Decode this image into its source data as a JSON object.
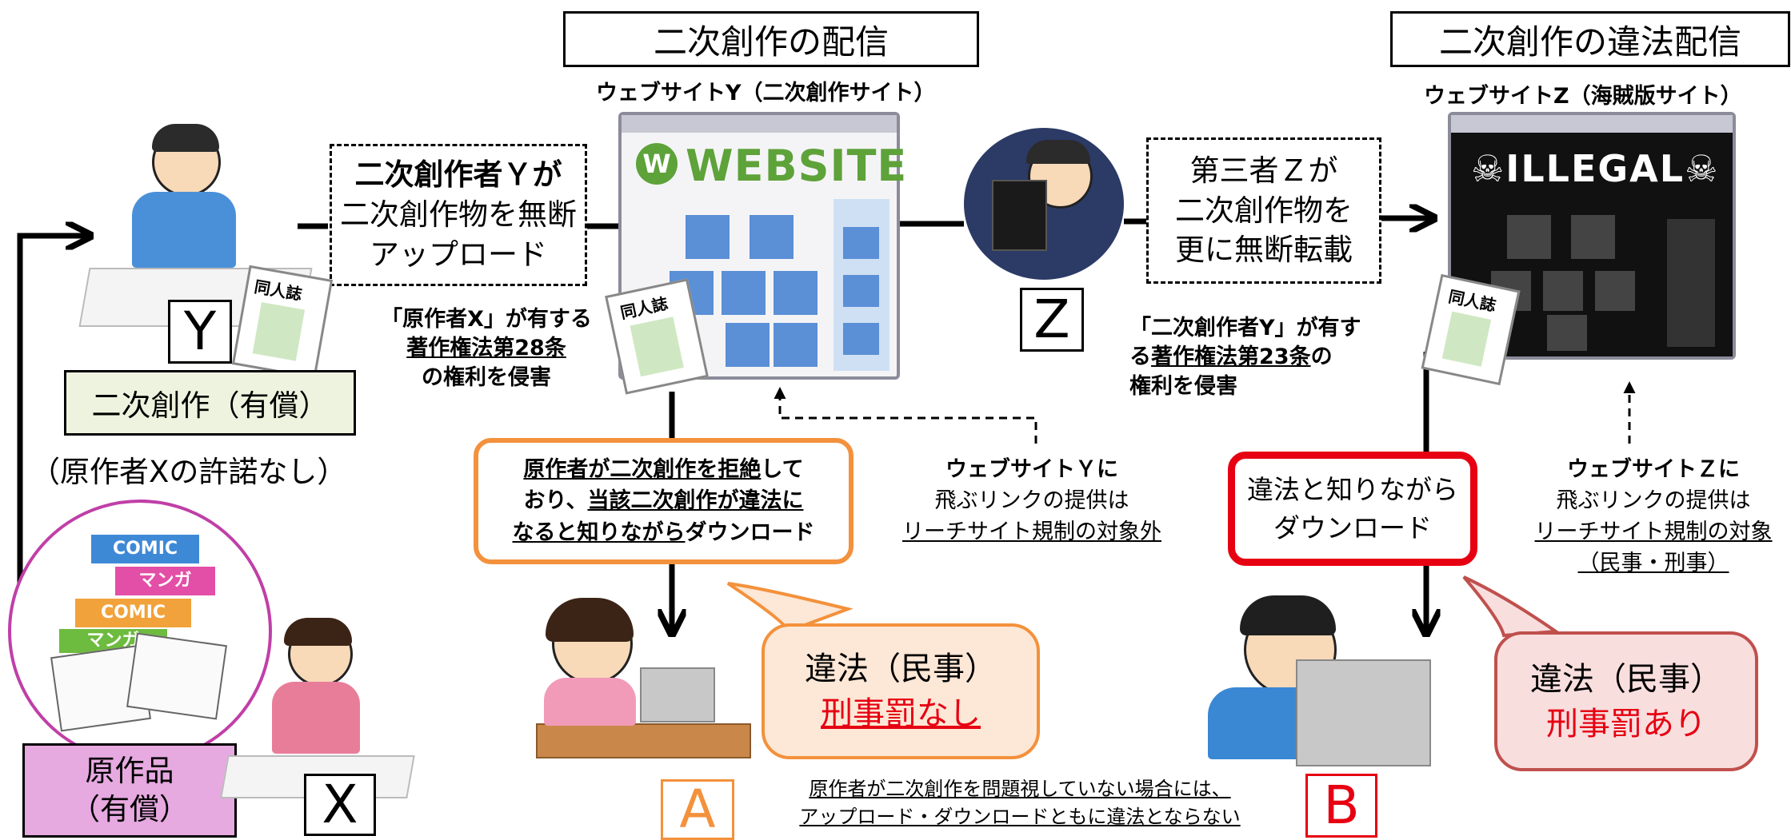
{
  "titles": {
    "distribution": "二次創作の配信",
    "illegal_distribution": "二次創作の違法配信"
  },
  "sites": {
    "y_caption": "ウェブサイトY（二次創作サイト）",
    "z_caption": "ウェブサイトZ（海賊版サイト）",
    "y_screen_text": "WEBSITE",
    "z_screen_text": "ILLEGAL"
  },
  "labels": {
    "Y": "Y",
    "Z": "Z",
    "X": "X",
    "A": "A",
    "B": "B"
  },
  "upload_box": [
    "二次創作者Ｙが",
    "二次創作物を無断",
    "アップロード"
  ],
  "repost_box": [
    "第三者Ｚが",
    "二次創作物を",
    "更に無断転載"
  ],
  "art28": {
    "line1": "「原作者X」が有する",
    "line2": "著作権法第28条",
    "line3": "の権利を侵害"
  },
  "art23": {
    "line1": "「二次創作者Y」が有す",
    "line2_pre": "る",
    "line2_u": "著作権法第23条",
    "line2_post": "の",
    "line3": "権利を侵害"
  },
  "derivative": {
    "label": "二次創作（有償）",
    "note": "（原作者Xの許諾なし）"
  },
  "original": {
    "line1": "原作品",
    "line2": "（有償）",
    "comic1": "COMIC",
    "manga1": "マンガ",
    "comic2": "COMIC",
    "manga2": "マンガ"
  },
  "doujinshi": "同人誌",
  "orange_box": {
    "l1_u1": "原作者が二次創作を拒絶",
    "l1_post": "して",
    "l2_pre": "おり、",
    "l2_u": "当該二次創作が違法に",
    "l3_u": "なると知りながら",
    "l3_post": "ダウンロード"
  },
  "red_box": [
    "違法と知りながら",
    "ダウンロード"
  ],
  "link_y": {
    "line1": "ウェブサイトＹに",
    "line2": "飛ぶリンクの提供は",
    "line3": "リーチサイト規制の対象外"
  },
  "link_z": {
    "line1": "ウェブサイトＺに",
    "line2": "飛ぶリンクの提供は",
    "line3": "リーチサイト規制の対象",
    "line4": "（民事・刑事）"
  },
  "bubble_a": {
    "line1": "違法（民事）",
    "line2": "刑事罰なし"
  },
  "bubble_b": {
    "line1": "違法（民事）",
    "line2": "刑事罰あり"
  },
  "footnote": {
    "line1": "原作者が二次創作を問題視していない場合には、",
    "line2": "アップロード・ダウンロードともに違法とならない"
  },
  "colors": {
    "orange": "#f3913c",
    "orange_fill": "#fde7d6",
    "red": "#e60012",
    "red_bubble_border": "#c0504d",
    "red_bubble_fill": "#f9dede",
    "green_fill": "#eef3df",
    "pink_fill": "#e6a9e0",
    "magenta_circle": "#c03fa7"
  }
}
